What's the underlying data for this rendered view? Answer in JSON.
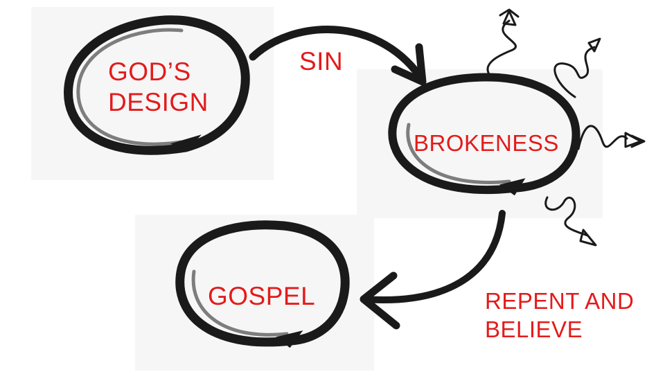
{
  "diagram": {
    "accent_color": "#e31b1b",
    "stroke_color": "#1a1a1a",
    "nodes": {
      "design": "GOD’S\nDESIGN",
      "brokenness": "BROKENESS",
      "gospel": "GOSPEL"
    },
    "edge_labels": {
      "sin": "SIN",
      "repent": "REPENT AND\nBELIEVE"
    },
    "icons": [
      "brush-circle-icon",
      "curved-arrow-icon",
      "squiggly-arrow-icon"
    ]
  }
}
